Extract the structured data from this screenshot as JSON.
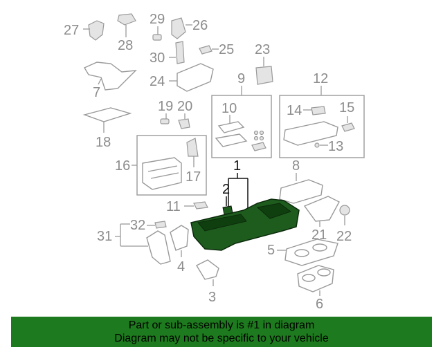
{
  "callouts": {
    "c1": "1",
    "c2": "2",
    "c3": "3",
    "c4": "4",
    "c5": "5",
    "c6": "6",
    "c7": "7",
    "c8": "8",
    "c9": "9",
    "c10": "10",
    "c11": "11",
    "c12": "12",
    "c13": "13",
    "c14": "14",
    "c15": "15",
    "c16": "16",
    "c17": "17",
    "c18": "18",
    "c19": "19",
    "c20": "20",
    "c21": "21",
    "c22": "22",
    "c23": "23",
    "c24": "24",
    "c25": "25",
    "c26": "26",
    "c27": "27",
    "c28": "28",
    "c29": "29",
    "c30": "30",
    "c31": "31",
    "c32": "32"
  },
  "banner": {
    "line1": "Part or sub-assembly is #1 in diagram",
    "line2": "Diagram may not be specific to your vehicle"
  },
  "colors": {
    "highlight": "#1e7a1e",
    "part_line": "#999999",
    "callout_text": "#8c8c8c"
  }
}
